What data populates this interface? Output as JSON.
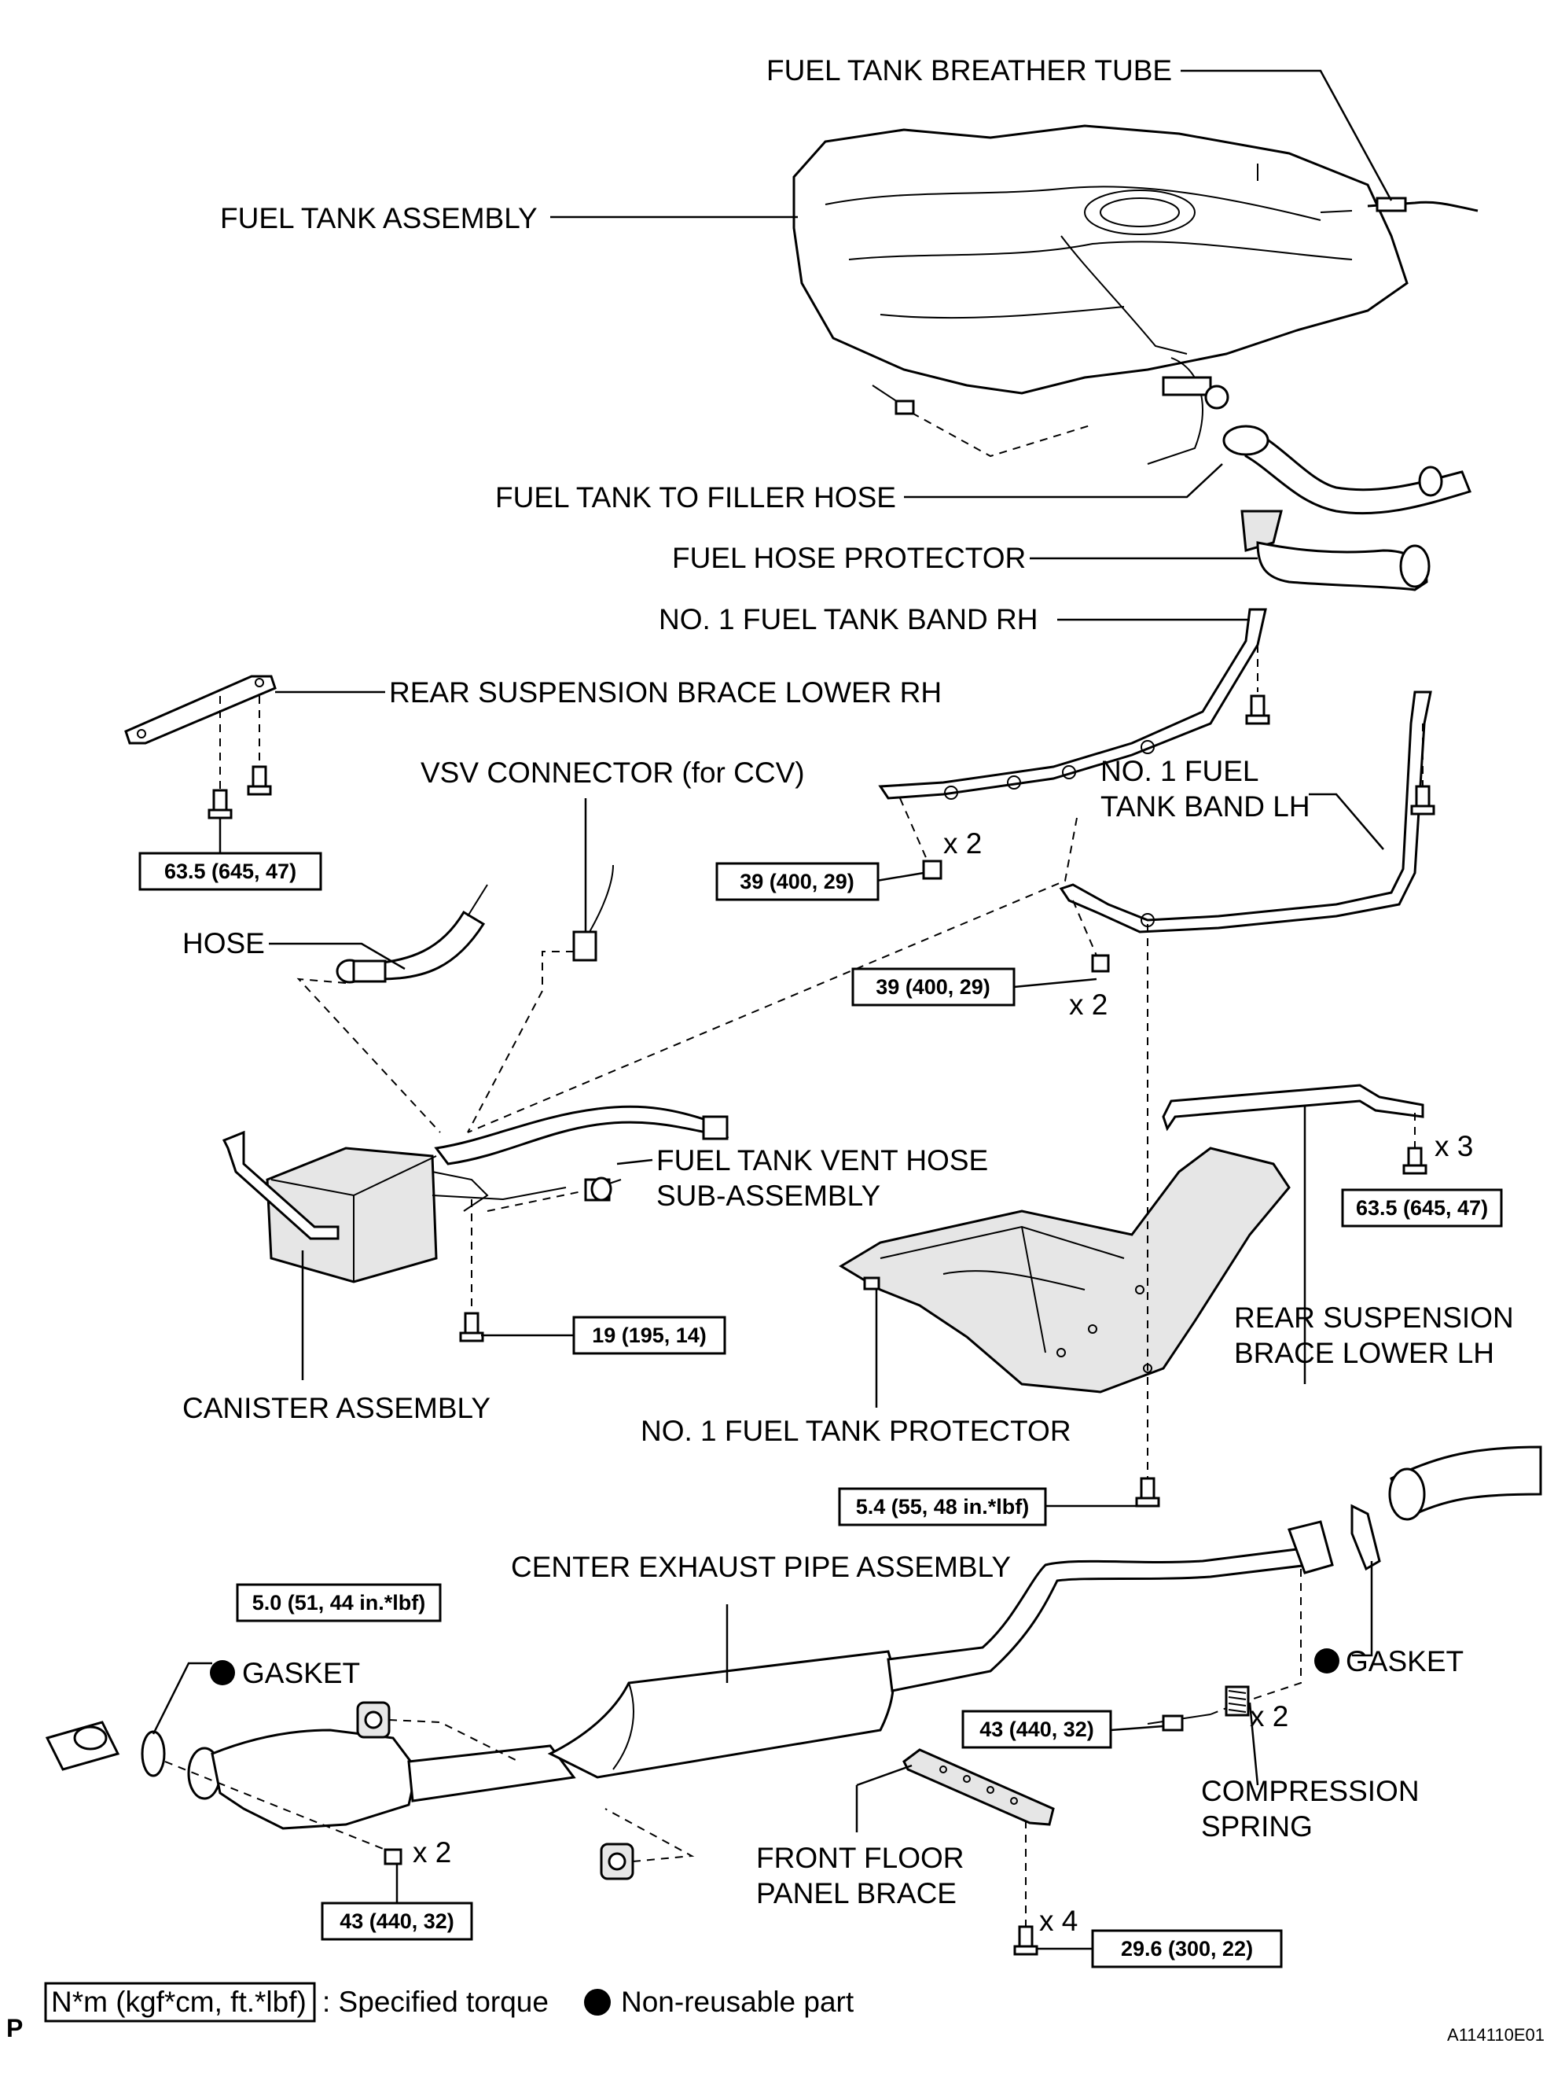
{
  "labels": {
    "breather_tube": "FUEL TANK BREATHER TUBE",
    "tank_assembly": "FUEL TANK ASSEMBLY",
    "filler_hose": "FUEL TANK TO FILLER HOSE",
    "hose_protector": "FUEL HOSE PROTECTOR",
    "band_rh": "NO. 1 FUEL TANK BAND  RH",
    "brace_rh": "REAR SUSPENSION BRACE LOWER RH",
    "vsv_connector": "VSV CONNECTOR (for CCV)",
    "band_lh_1": "NO. 1 FUEL",
    "band_lh_2": "TANK BAND LH",
    "hose": "HOSE",
    "vent_hose_1": "FUEL TANK VENT HOSE",
    "vent_hose_2": "SUB-ASSEMBLY",
    "canister": "CANISTER ASSEMBLY",
    "brace_lh_1": "REAR SUSPENSION",
    "brace_lh_2": "BRACE LOWER LH",
    "tank_protector": "NO. 1 FUEL TANK PROTECTOR",
    "exhaust_pipe": "CENTER EXHAUST PIPE ASSEMBLY",
    "gasket_left": "GASKET",
    "gasket_right": "GASKET",
    "spring_1": "COMPRESSION",
    "spring_2": "SPRING",
    "floor_brace_1": "FRONT FLOOR",
    "floor_brace_2": "PANEL BRACE"
  },
  "torques": {
    "brace_rh": "63.5 (645, 47)",
    "band_rh": "39 (400, 29)",
    "band_lh": "39 (400, 29)",
    "brace_lh": "63.5 (645, 47)",
    "canister": "19 (195, 14)",
    "protector": "5.4 (55, 48 in.*lbf)",
    "exhaust_top": "5.0 (51, 44 in.*lbf)",
    "spring": "43 (440, 32)",
    "exhaust_bottom": "43 (440, 32)",
    "floor_brace": "29.6 (300, 22)"
  },
  "quantities": {
    "band_rh": "x 2",
    "band_lh": "x 2",
    "brace_lh": "x 3",
    "spring": "x 2",
    "exhaust_bolt": "x 2",
    "floor_brace": "x 4"
  },
  "legend": {
    "torque_box": "N*m (kgf*cm, ft.*lbf)",
    "torque_text": ": Specified torque",
    "nonreusable_text": "Non-reusable part"
  },
  "corner_mark": "P",
  "figure_id": "A114110E01"
}
